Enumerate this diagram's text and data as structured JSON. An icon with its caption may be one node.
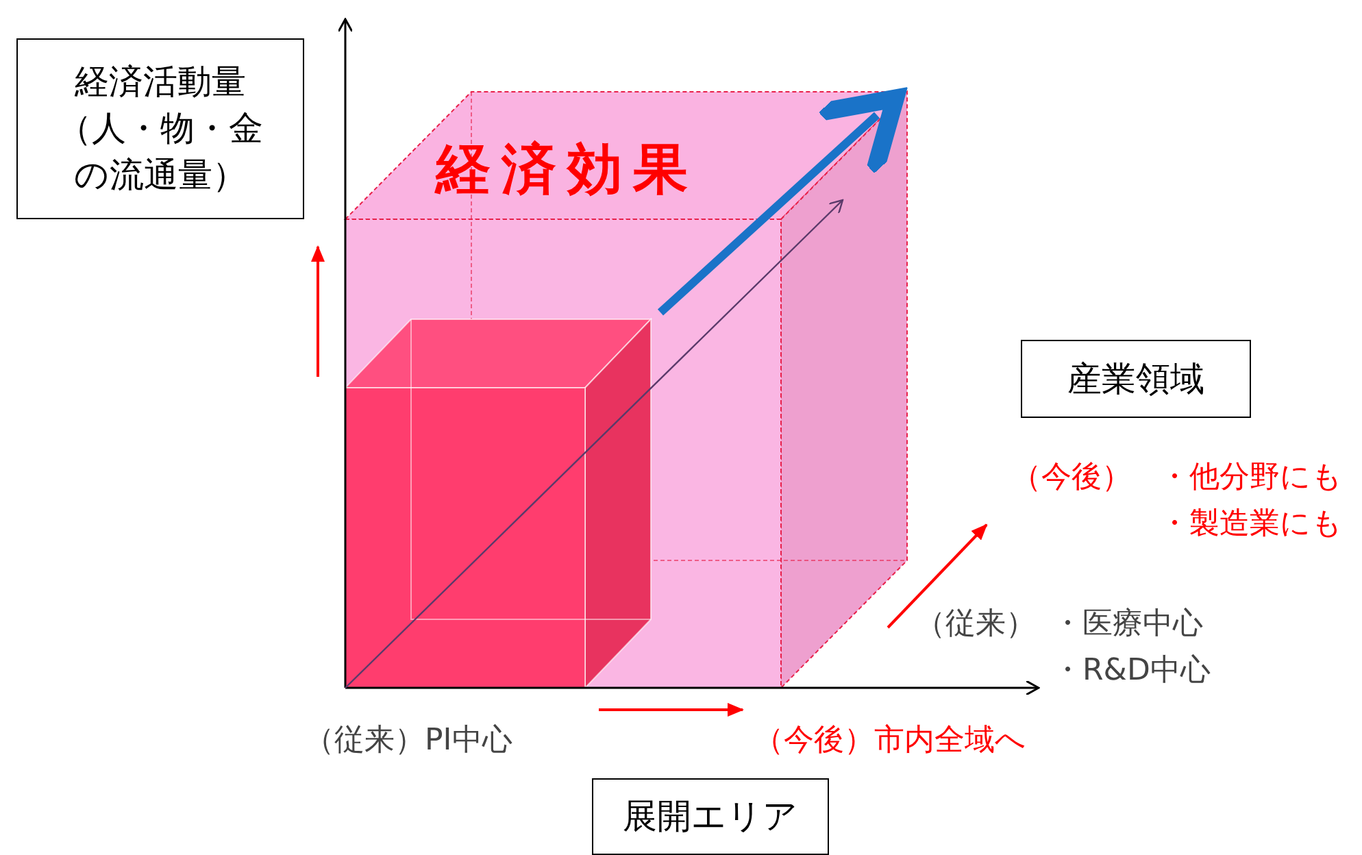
{
  "diagram": {
    "nodes": [
      {
        "text": [
          "経済活動量（人・物・金の流通量）"
        ]
      },
      {
        "text": [
          "産業領域"
        ]
      },
      {
        "text": [
          "展開エリア"
        ]
      }
    ],
    "labels": [
      "経済効果",
      "（今後）",
      "・他分野にも",
      "・製造業にも",
      "（従来）",
      "・医療中心",
      "・R&D中心",
      "（従来）PI中心",
      "（今後）市内全域へ"
    ]
  }
}
